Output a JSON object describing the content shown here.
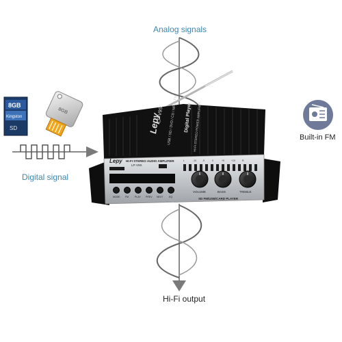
{
  "labels": {
    "analog": "Analog signals",
    "digital": "Digital signal",
    "builtin_fm": "Built-in FM",
    "hifi_output": "Hi-Fi output"
  },
  "device": {
    "brand": "Lepy",
    "model": "LP-V9S",
    "top_model": "LP-V9S",
    "top_spec": "USB / SD / DVD / CD / MP3 / FM",
    "top_player": "Digital Player",
    "top_line2": "HI-FI STEREO POWER AMPLIFIER",
    "panel_title": "HI-FI STEREO AUDIO AMPLIFIER",
    "panel_model": "LP-V9S",
    "knob_labels": [
      "VOLUME",
      "BASS",
      "TREBLE"
    ],
    "button_labels": [
      "MODE",
      "FM",
      "PLAY",
      "PREV",
      "NEXT",
      "EQ"
    ],
    "footer": "SD FM/USB/CARD PLAYER",
    "scale_labels": [
      "L",
      "R",
      "-10",
      "-5",
      "0",
      "+5",
      "+10"
    ]
  },
  "sd_card": {
    "brand": "Kingston",
    "capacity": "8GB",
    "type": "SD"
  },
  "usb_drive": {
    "label": "8GB"
  },
  "colors": {
    "accent": "#3a86b0",
    "device_body": "#111111",
    "panel": "#c9cccf",
    "fm_icon": "#6f7a9a"
  }
}
